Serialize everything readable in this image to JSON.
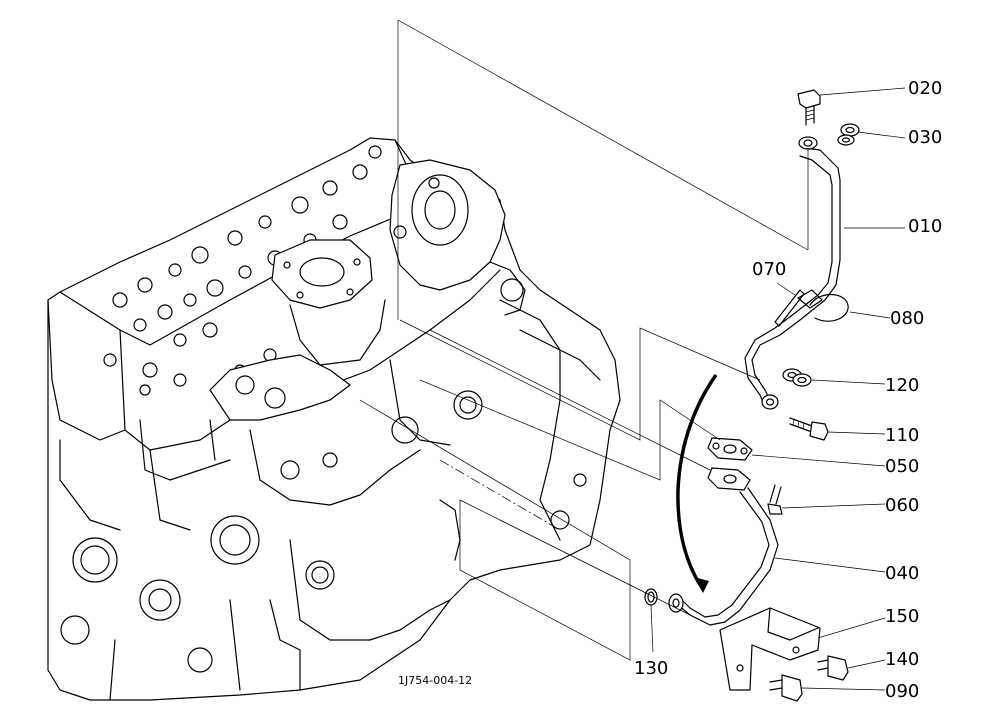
{
  "drawing_number": "1J754-004-12",
  "callouts": [
    {
      "id": "c020",
      "label": "020"
    },
    {
      "id": "c030",
      "label": "030"
    },
    {
      "id": "c010",
      "label": "010"
    },
    {
      "id": "c070",
      "label": "070"
    },
    {
      "id": "c080",
      "label": "080"
    },
    {
      "id": "c120",
      "label": "120"
    },
    {
      "id": "c110",
      "label": "110"
    },
    {
      "id": "c050",
      "label": "050"
    },
    {
      "id": "c060",
      "label": "060"
    },
    {
      "id": "c040",
      "label": "040"
    },
    {
      "id": "c150",
      "label": "150"
    },
    {
      "id": "c140",
      "label": "140"
    },
    {
      "id": "c130",
      "label": "130"
    },
    {
      "id": "c090",
      "label": "090"
    }
  ]
}
